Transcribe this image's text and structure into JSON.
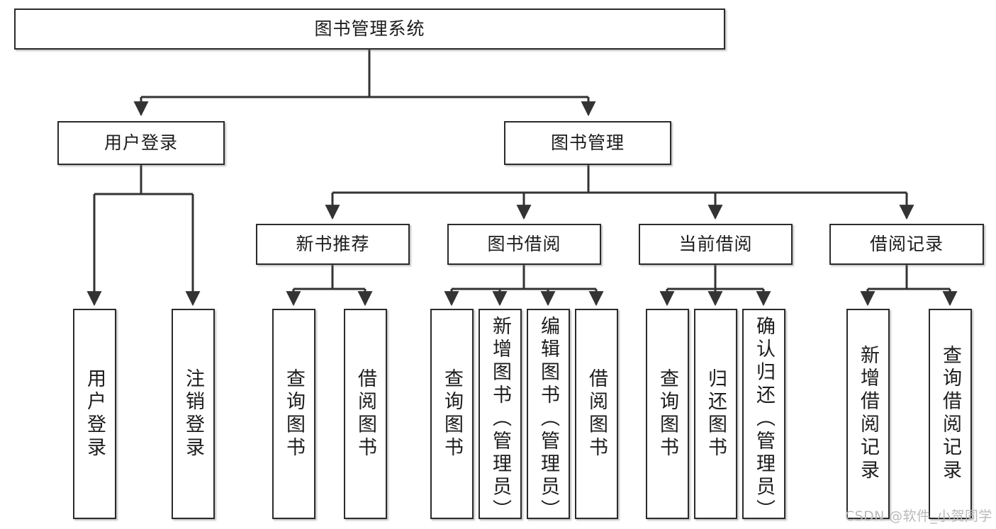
{
  "diagram": {
    "type": "tree-hierarchy-chart",
    "title": "图书管理系统",
    "orientation": "top-down",
    "colors": {
      "box_border": "#2b2b2b",
      "box_fill": "#ffffff",
      "connector": "#333333",
      "text": "#1c1c1c",
      "watermark": "#b9b9b9",
      "background": "#ffffff"
    },
    "root": {
      "label": "图书管理系统"
    },
    "level2": [
      {
        "label": "用户登录"
      },
      {
        "label": "图书管理"
      }
    ],
    "level3": [
      {
        "label": "新书推荐"
      },
      {
        "label": "图书借阅"
      },
      {
        "label": "当前借阅"
      },
      {
        "label": "借阅记录"
      }
    ],
    "leaves": {
      "user_login": [
        {
          "label": "用户登录"
        },
        {
          "label": "注销登录"
        }
      ],
      "new_book_recommend": [
        {
          "label": "查询图书"
        },
        {
          "label": "借阅图书"
        }
      ],
      "book_borrow": [
        {
          "label": "查询图书"
        },
        {
          "label": "新增图书（管理员）"
        },
        {
          "label": "编辑图书（管理员）"
        },
        {
          "label": "借阅图书"
        }
      ],
      "current_borrow": [
        {
          "label": "查询图书"
        },
        {
          "label": "归还图书"
        },
        {
          "label": "确认归还（管理员）"
        }
      ],
      "borrow_records": [
        {
          "label": "新增借阅记录"
        },
        {
          "label": "查询借阅记录"
        }
      ]
    }
  },
  "watermark": {
    "text": "CSDN @软件_小贺同学"
  }
}
